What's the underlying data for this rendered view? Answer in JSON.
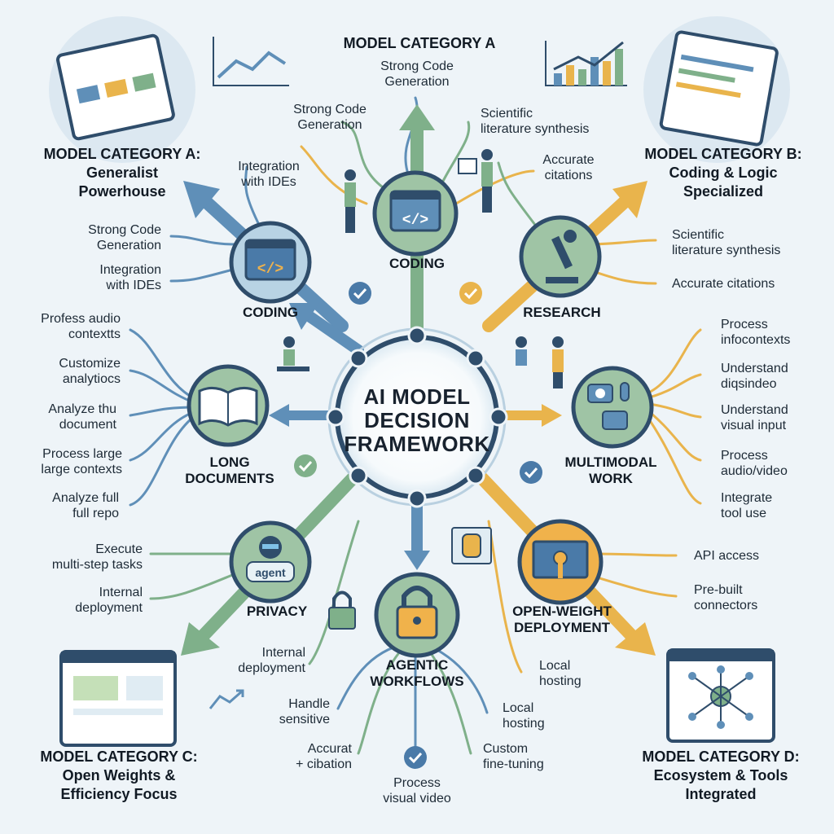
{
  "center": {
    "line1": "AI MODEL",
    "line2": "DECISION",
    "line3": "FRAMEWORK"
  },
  "categories": {
    "top": {
      "title": "MODEL CATEGORY A"
    },
    "a": {
      "line1": "MODEL CATEGORY A:",
      "line2": "Generalist",
      "line3": "Powerhouse"
    },
    "b": {
      "line1": "MODEL CATEGORY B:",
      "line2": "Coding & Logic",
      "line3": "Specialized"
    },
    "c": {
      "line1": "MODEL CATEGORY C:",
      "line2": "Open Weights &",
      "line3": "Efficiency Focus"
    },
    "d": {
      "line1": "MODEL CATEGORY D:",
      "line2": "Ecosystem & Tools",
      "line3": "Integrated"
    }
  },
  "hubs": {
    "coding_top": "CODING",
    "coding_left": "CODING",
    "research": "RESEARCH",
    "long_docs": {
      "line1": "LONG",
      "line2": "DOCUMENTS"
    },
    "multimodal": {
      "line1": "MULTIMODAL",
      "line2": "WORK"
    },
    "privacy": "PRIVACY",
    "agentic": {
      "line1": "AGENTIC",
      "line2": "WORKFLOWS"
    },
    "open_weight": {
      "line1": "OPEN-WEIGHT",
      "line2": "DEPLOYMENT"
    },
    "agent_badge": "agent"
  },
  "labels": {
    "top_strong": {
      "l1": "Strong Code",
      "l2": "Generation"
    },
    "top_left_strong": {
      "l1": "Strong Code",
      "l2": "Generation"
    },
    "top_scientific": {
      "l1": "Scientific",
      "l2": "literature synthesis"
    },
    "ide_top": {
      "l1": "Integration",
      "l2": "with IDEs"
    },
    "acc_top": {
      "l1": "Accurate",
      "l2": "citations"
    },
    "left_strong": {
      "l1": "Strong Code",
      "l2": "Generation"
    },
    "left_ide": {
      "l1": "Integration",
      "l2": "with IDEs"
    },
    "right_scientific": {
      "l1": "Scientific",
      "l2": "literature synthesis"
    },
    "right_accurate": "Accurate citations",
    "profess": {
      "l1": "Profess audio",
      "l2": "contextts"
    },
    "customize": {
      "l1": "Customize",
      "l2": "analytiocs"
    },
    "analyze_doc": {
      "l1": "Analyze thu",
      "l2": "document"
    },
    "process_large": {
      "l1": "Process large",
      "l2": "large contexts"
    },
    "analyze_full": {
      "l1": "Analyze full",
      "l2": "full repo"
    },
    "process_info": {
      "l1": "Process",
      "l2": "infocontexts"
    },
    "understand_dio": {
      "l1": "Understand",
      "l2": "diqsindeo"
    },
    "understand_vis": {
      "l1": "Understand",
      "l2": "visual input"
    },
    "process_av": {
      "l1": "Process",
      "l2": "audio/video"
    },
    "integrate_tool": {
      "l1": "Integrate",
      "l2": "tool use"
    },
    "execute": {
      "l1": "Execute",
      "l2": "multi-step tasks"
    },
    "internal1": {
      "l1": "Internal",
      "l2": "deployment"
    },
    "internal2": {
      "l1": "Internal",
      "l2": "deployment"
    },
    "api": "API access",
    "prebuilt": {
      "l1": "Pre-built",
      "l2": "connectors"
    },
    "local1": {
      "l1": "Local",
      "l2": "hosting"
    },
    "local2": {
      "l1": "Local",
      "l2": "hosting"
    },
    "handle": {
      "l1": "Handle",
      "l2": "sensitive"
    },
    "accurat": {
      "l1": "Accurat",
      "l2": "+ cibation"
    },
    "process_vis": {
      "l1": "Process",
      "l2": "visual video"
    },
    "custom": {
      "l1": "Custom",
      "l2": "fine-tuning"
    }
  },
  "colors": {
    "green": "#7fb08a",
    "blue": "#5f8fb8",
    "yellow": "#e9b44c",
    "orange": "#e8a33d",
    "navy": "#2f4d6b",
    "bg": "#eef4f8"
  }
}
